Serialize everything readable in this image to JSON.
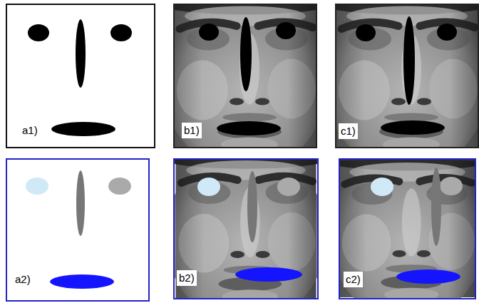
{
  "diagram": {
    "nodes": [
      {
        "text": [
          "a1)"
        ]
      },
      {
        "text": [
          "b1)"
        ]
      },
      {
        "text": [
          "c1)"
        ]
      },
      {
        "text": [
          "a2)"
        ]
      },
      {
        "text": [
          "b2)"
        ]
      },
      {
        "text": [
          "c2)"
        ]
      }
    ]
  }
}
